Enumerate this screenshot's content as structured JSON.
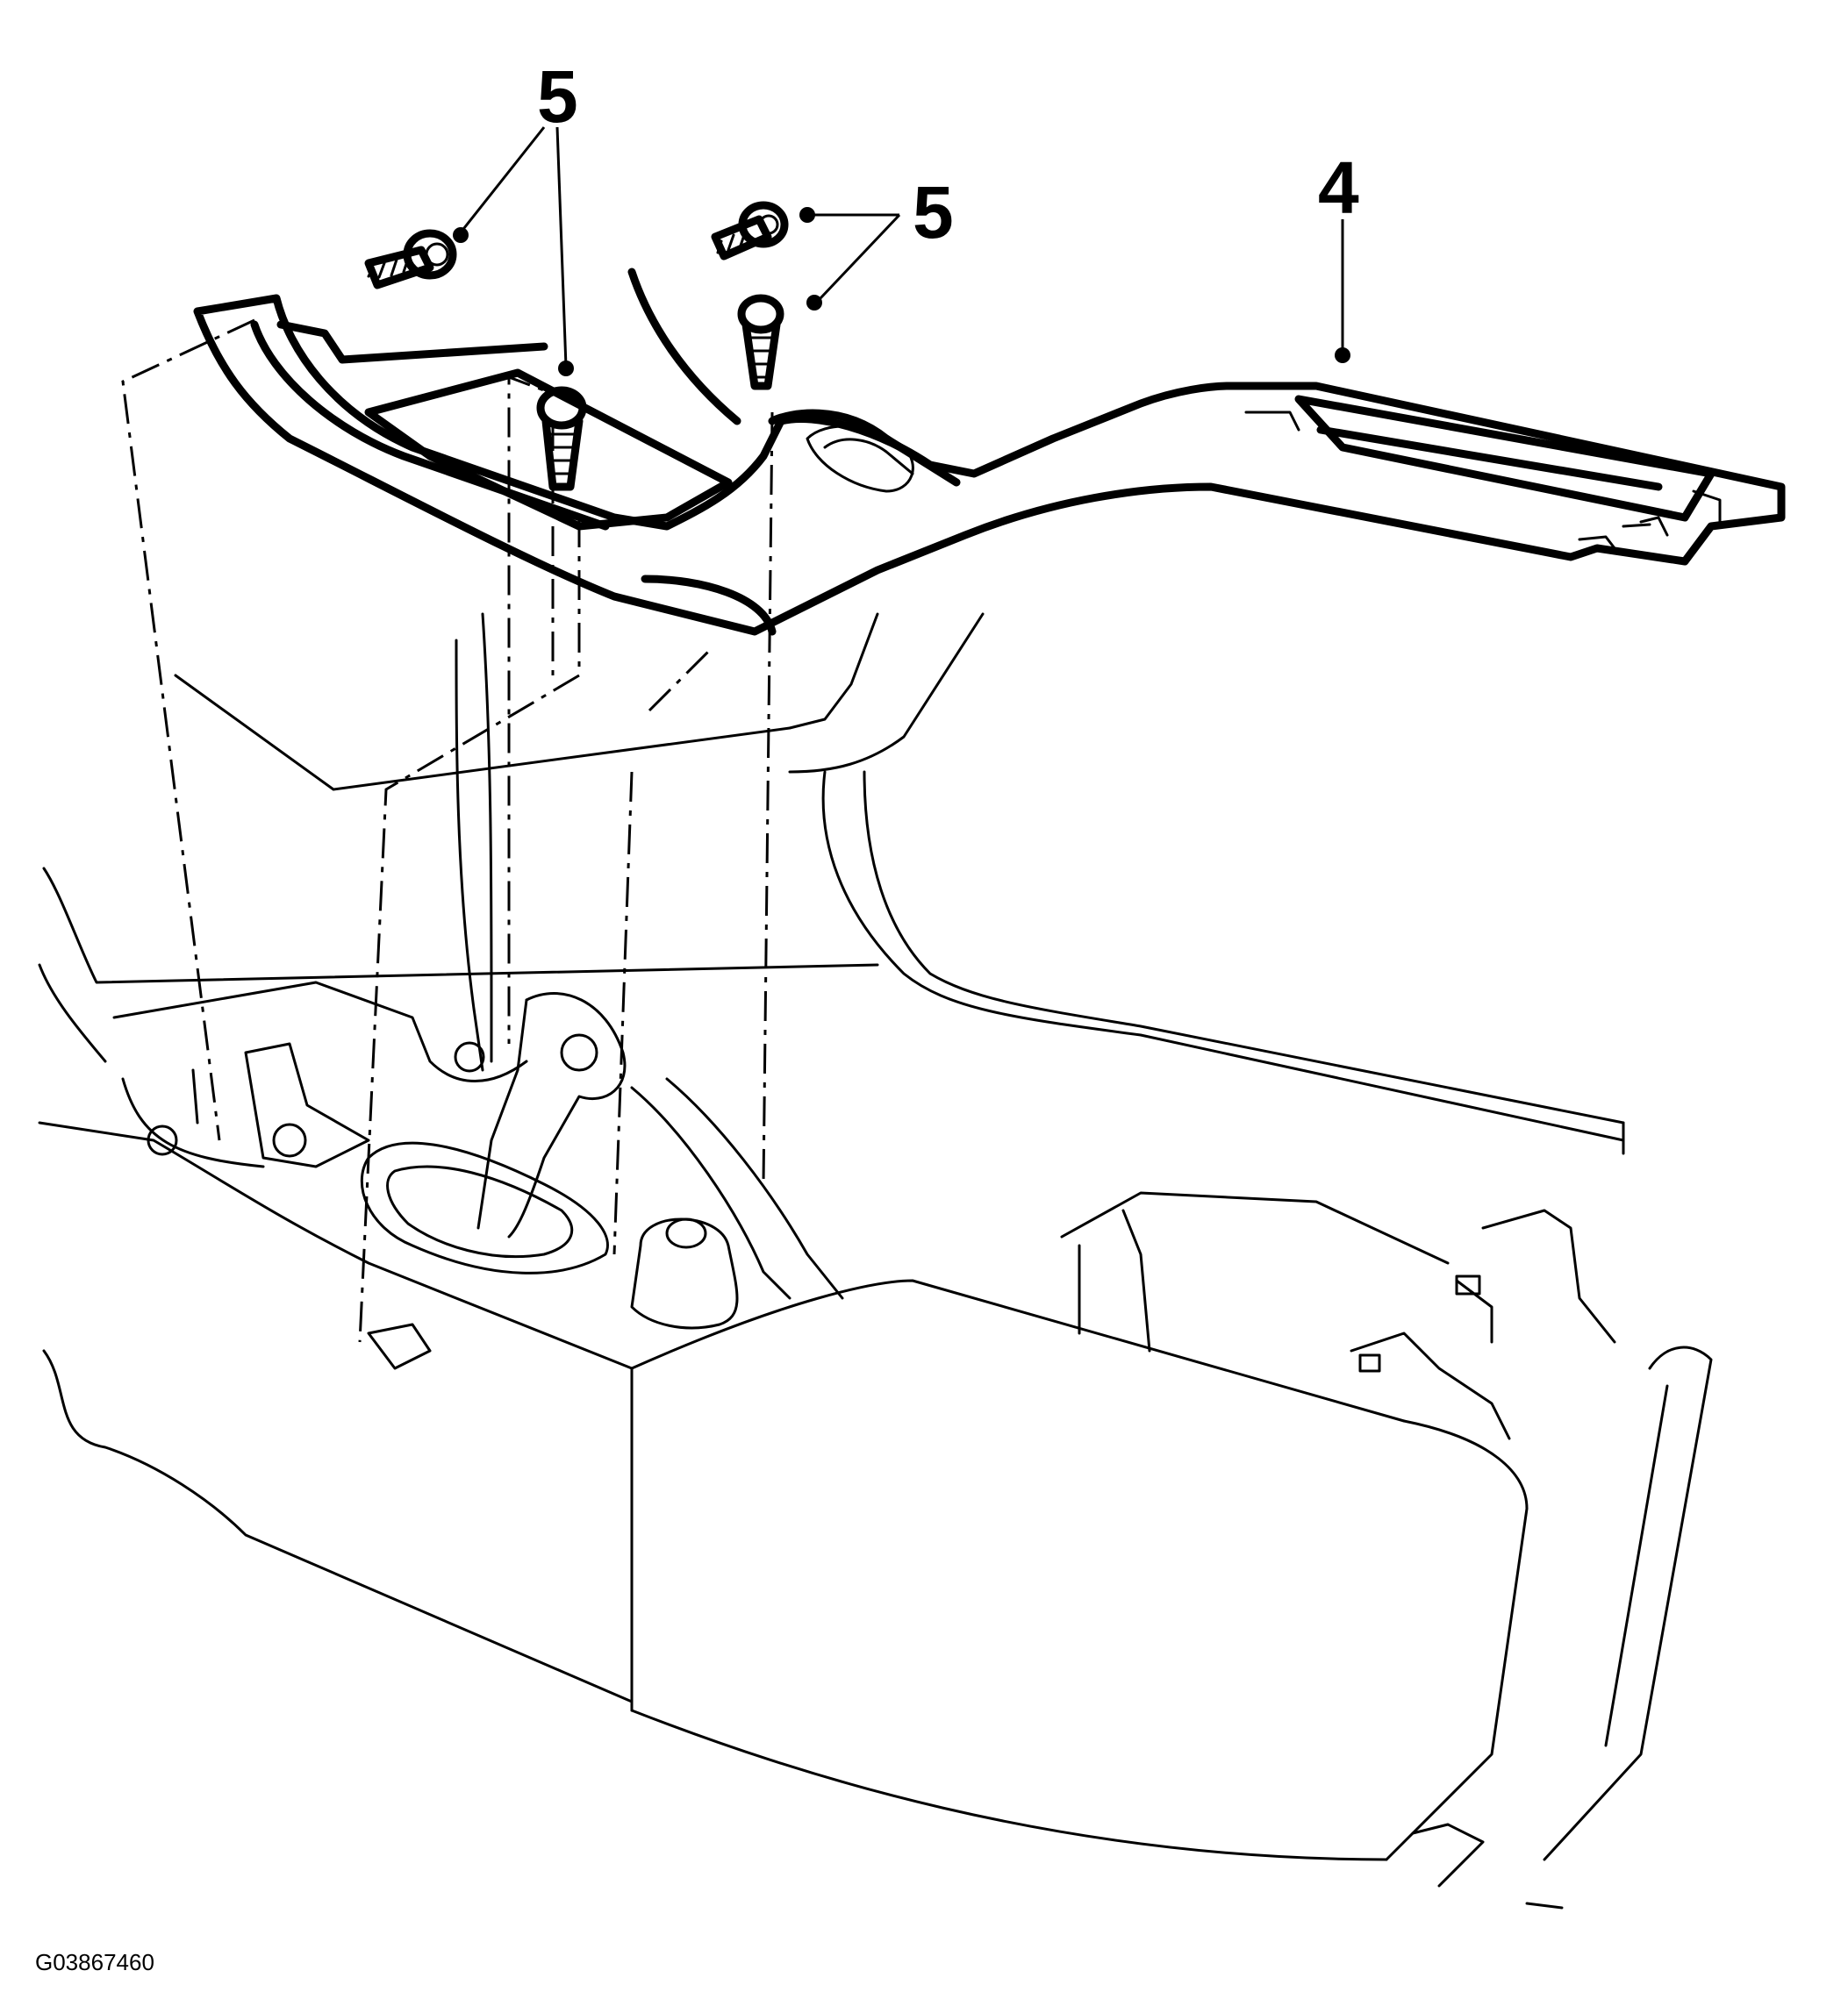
{
  "callouts": {
    "screws_left": "5",
    "screws_right": "5",
    "console_panel": "4"
  },
  "figure_id": "G03867460"
}
